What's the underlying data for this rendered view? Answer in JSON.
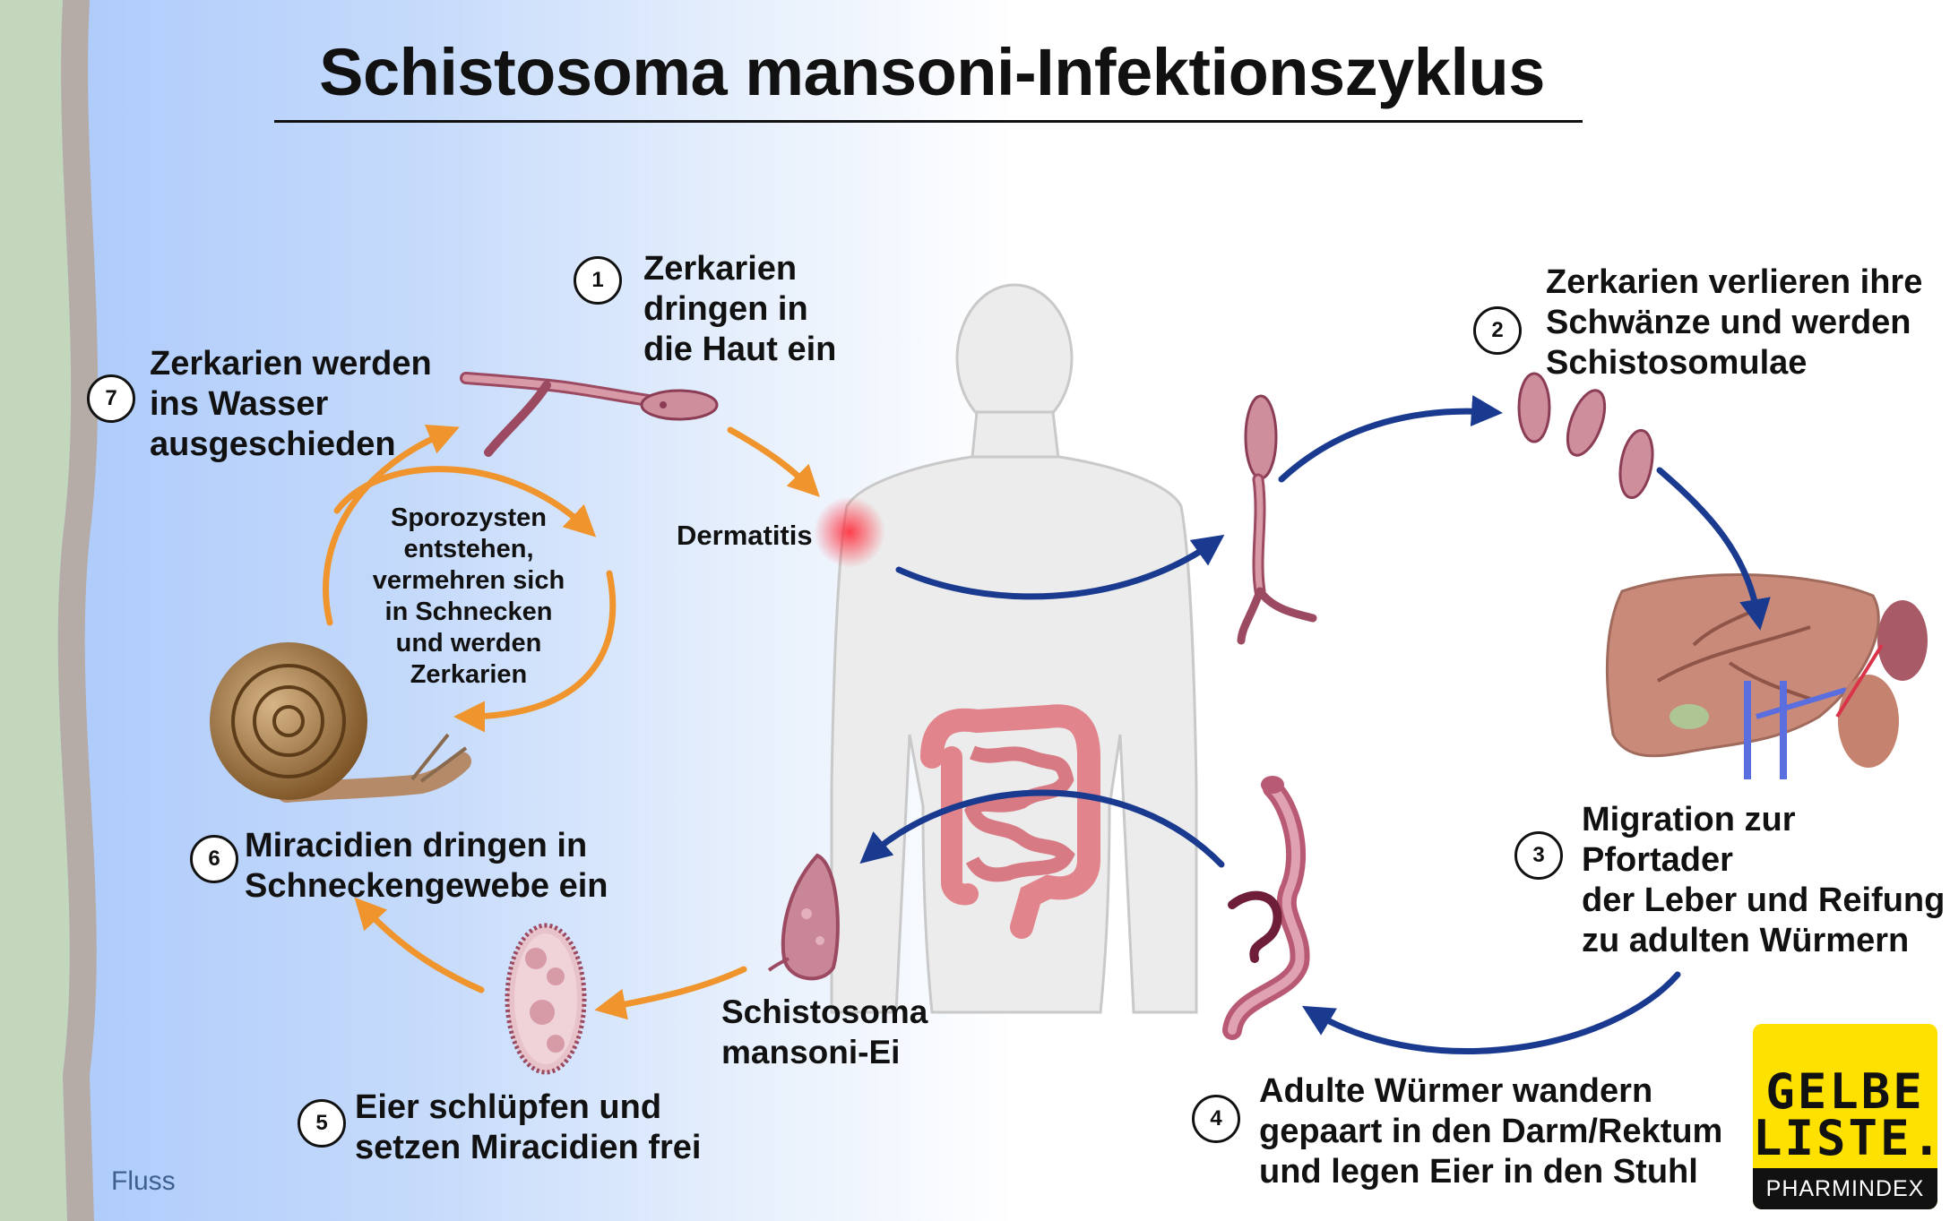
{
  "title": "Schistosoma mansoni-Infektionszyklus",
  "steps": [
    {
      "number": "1",
      "text": "Zerkarien\ndringen in\ndie Haut ein"
    },
    {
      "number": "2",
      "text": "Zerkarien verlieren ihre\nSchwänze und werden\nSchistosomulae"
    },
    {
      "number": "3",
      "text": "Migration zur\nPfortader\nder Leber und Reifung\nzu adulten Würmern"
    },
    {
      "number": "4",
      "text": "Adulte Würmer wandern\ngepaart in den Darm/Rektum\nund legen Eier in den Stuhl"
    },
    {
      "number": "5",
      "text": "Eier schlüpfen und\nsetzen Miracidien frei"
    },
    {
      "number": "6",
      "text": "Miracidien dringen in\nSchneckengewebe ein"
    },
    {
      "number": "7",
      "text": "Zerkarien werden\nins Wasser\nausgeschieden"
    }
  ],
  "labels": {
    "dermatitis": "Dermatitis",
    "egg": "Schistosoma\nmansoni-Ei",
    "sporocysts": "Sporozysten\nentstehen,\nvermehren sich\nin Schnecken\nund werden\nZerkarien",
    "river": "Fluss"
  },
  "logo": {
    "line1": "GELBE",
    "line2": "LISTE.",
    "sub": "PHARMINDEX"
  },
  "colors": {
    "host_arrows": "#1a3a8f",
    "water_arrows": "#f0952e",
    "parasite": "#9b4a62",
    "logo_yellow": "#ffe100"
  },
  "icons": [
    "snail-icon",
    "human-body-icon",
    "cercaria-icon",
    "schistosomula-icon",
    "liver-icon",
    "adult-worm-icon",
    "egg-icon",
    "miracidium-icon",
    "intestine-icon"
  ]
}
